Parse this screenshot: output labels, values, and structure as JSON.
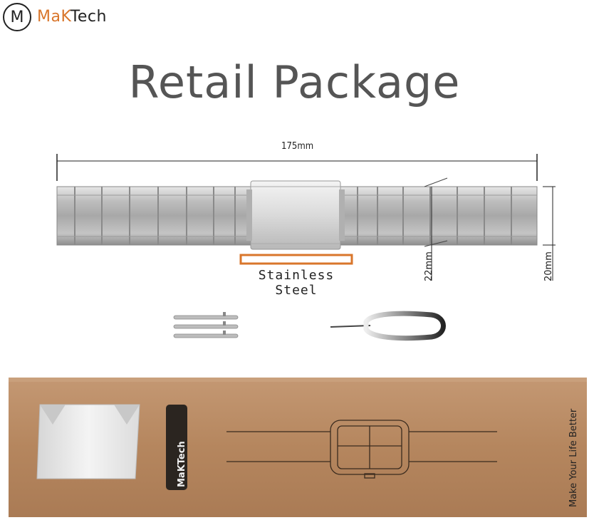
{
  "brand": {
    "logo_letter": "M",
    "name_part1": "MaK",
    "name_part2": "Tech",
    "accent_color": "#d9762b"
  },
  "title": "Retail Package",
  "dimensions": {
    "length": "175mm",
    "lug_width": "22mm",
    "band_width": "20mm"
  },
  "material": "Stainless Steel",
  "accessories": {
    "pins_icon": "spring-bar-pins",
    "tool_icon": "pin-removal-tool"
  },
  "package": {
    "brand_tag": "MaKTech",
    "slogan": "Make Your Life Better",
    "box_color": "#b98a62"
  }
}
